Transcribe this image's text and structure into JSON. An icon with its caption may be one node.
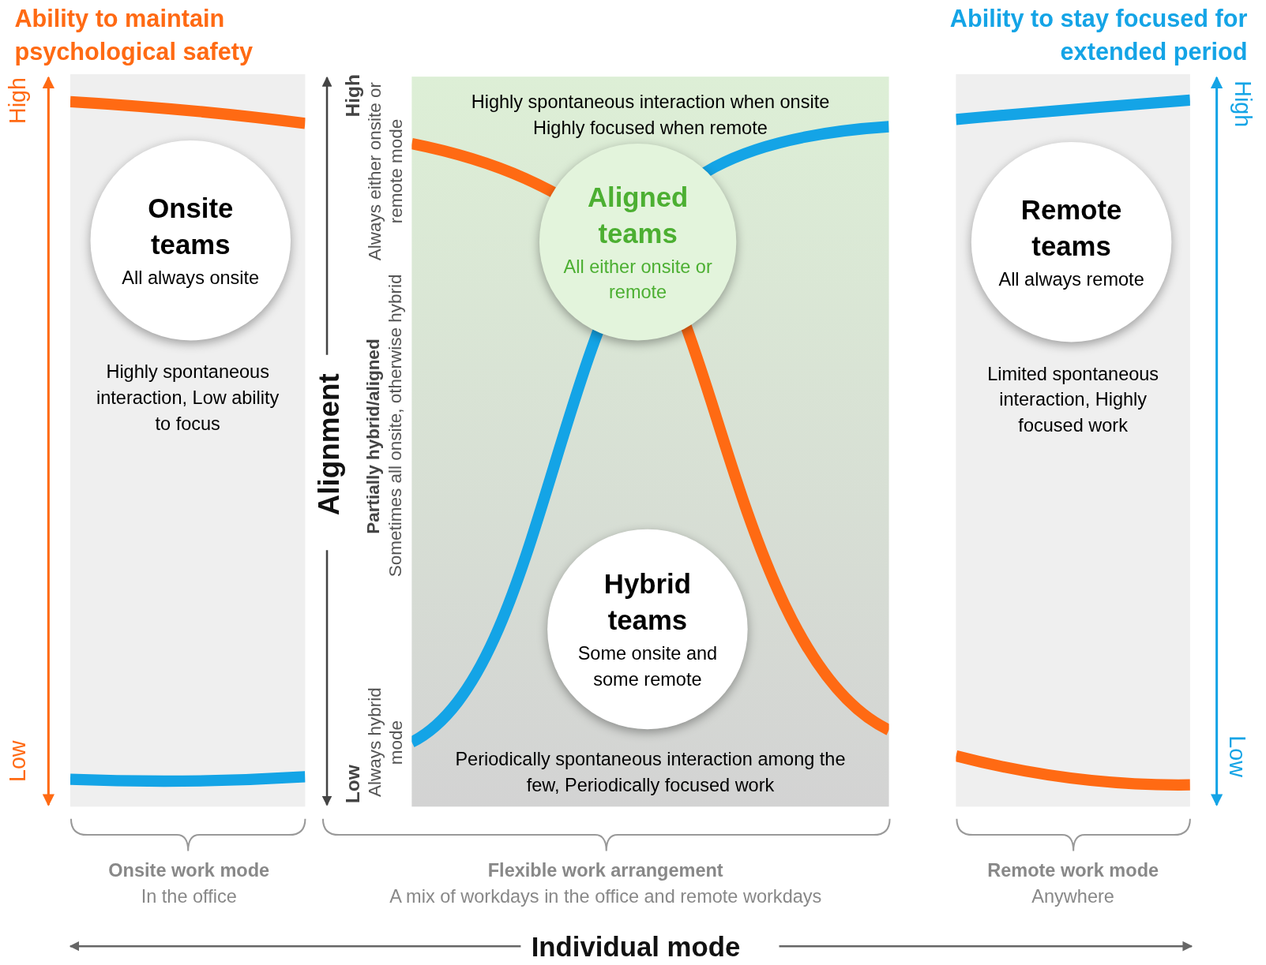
{
  "diagram": {
    "nodes": [
      {
        "text": [
          "Highly spontaneous interaction, Low ability to focus"
        ]
      },
      {
        "text": [
          "Onsite teams",
          "All always onsite"
        ],
        "in": 0
      },
      {
        "text": [
          "Highly spontaneous interaction when onsite Highly focused when remote",
          "Periodically spontaneous interaction among the few, Periodically focused work"
        ]
      },
      {
        "text": [
          "Aligned teams",
          "All either onsite or remote"
        ],
        "in": 2
      },
      {
        "text": [
          "Hybrid teams",
          "Some onsite and some remote"
        ],
        "in": 2
      },
      {
        "text": [
          "Limited spontaneous interaction, Highly focused work"
        ]
      },
      {
        "text": [
          "Remote teams",
          "All always remote"
        ],
        "in": 5
      }
    ],
    "edges": [],
    "labels": [
      "Ability to maintain psychological safety",
      "Ability to stay focused for extended period",
      "High",
      "High",
      "Always either onsite or remote mode",
      "High",
      "Alignment",
      "Partially hybrid/aligned",
      "Sometimes all onsite, otherwise hybrid",
      "Low",
      "Always hybrid mode",
      "Low",
      "Low",
      "Onsite work mode",
      "In the office",
      "Flexible work arrangement",
      "A mix of workdays in the office and remote workdays",
      "Remote work mode",
      "Anywhere",
      "Individual mode"
    ]
  }
}
